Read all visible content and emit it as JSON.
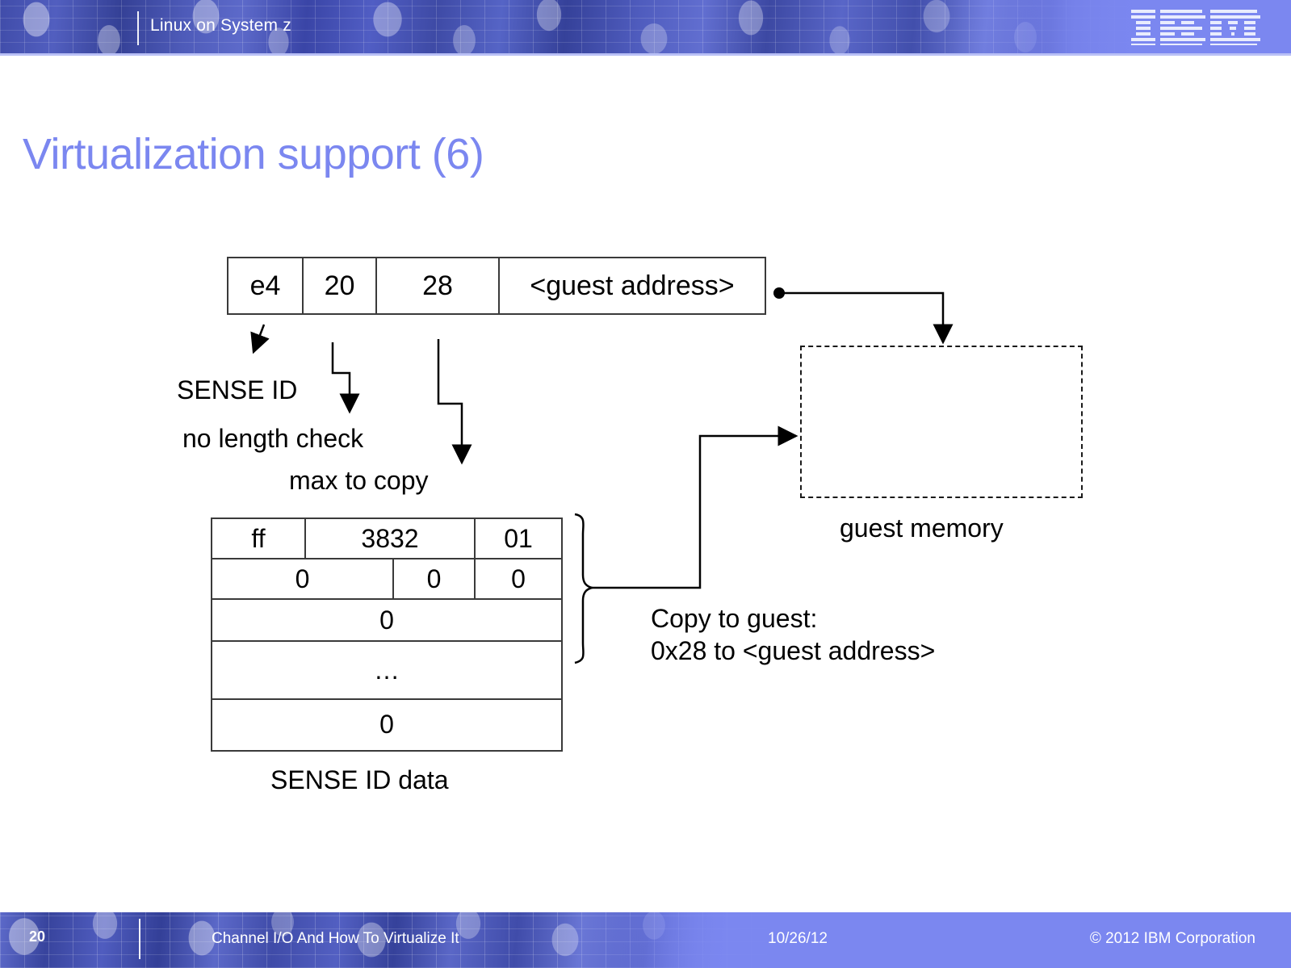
{
  "header": {
    "brand_label": "Linux on System z",
    "logo_name": "IBM",
    "band_color": "#7b87f0"
  },
  "slide": {
    "title": "Virtualization support (6)",
    "title_color": "#7b87f0"
  },
  "diagram": {
    "ccw_table": {
      "name": "ccw-command-row",
      "cells": [
        "e4",
        "20",
        "28",
        "<guest address>"
      ]
    },
    "annotations": [
      {
        "key": "sense_id",
        "label": "SENSE ID"
      },
      {
        "key": "no_length_check",
        "label": "no length check"
      },
      {
        "key": "max_to_copy",
        "label": "max to copy"
      }
    ],
    "sense_table": {
      "caption": "SENSE ID data",
      "rows": [
        {
          "cells": [
            "ff",
            "3832",
            "01"
          ]
        },
        {
          "cells": [
            "0",
            "0",
            "0"
          ]
        },
        {
          "cells": [
            "0"
          ]
        },
        {
          "cells": [
            "…"
          ]
        },
        {
          "cells": [
            "0"
          ]
        }
      ]
    },
    "guest_memory": {
      "label": "guest memory",
      "border_style": "dashed"
    },
    "copy_note": {
      "line1": "Copy to guest:",
      "line2": "0x28 to <guest address>"
    }
  },
  "footer": {
    "page_number": "20",
    "subject": "Channel I/O And How To Virtualize It",
    "date": "10/26/12",
    "copyright": "© 2012 IBM Corporation",
    "band_color": "#7b87f0"
  }
}
